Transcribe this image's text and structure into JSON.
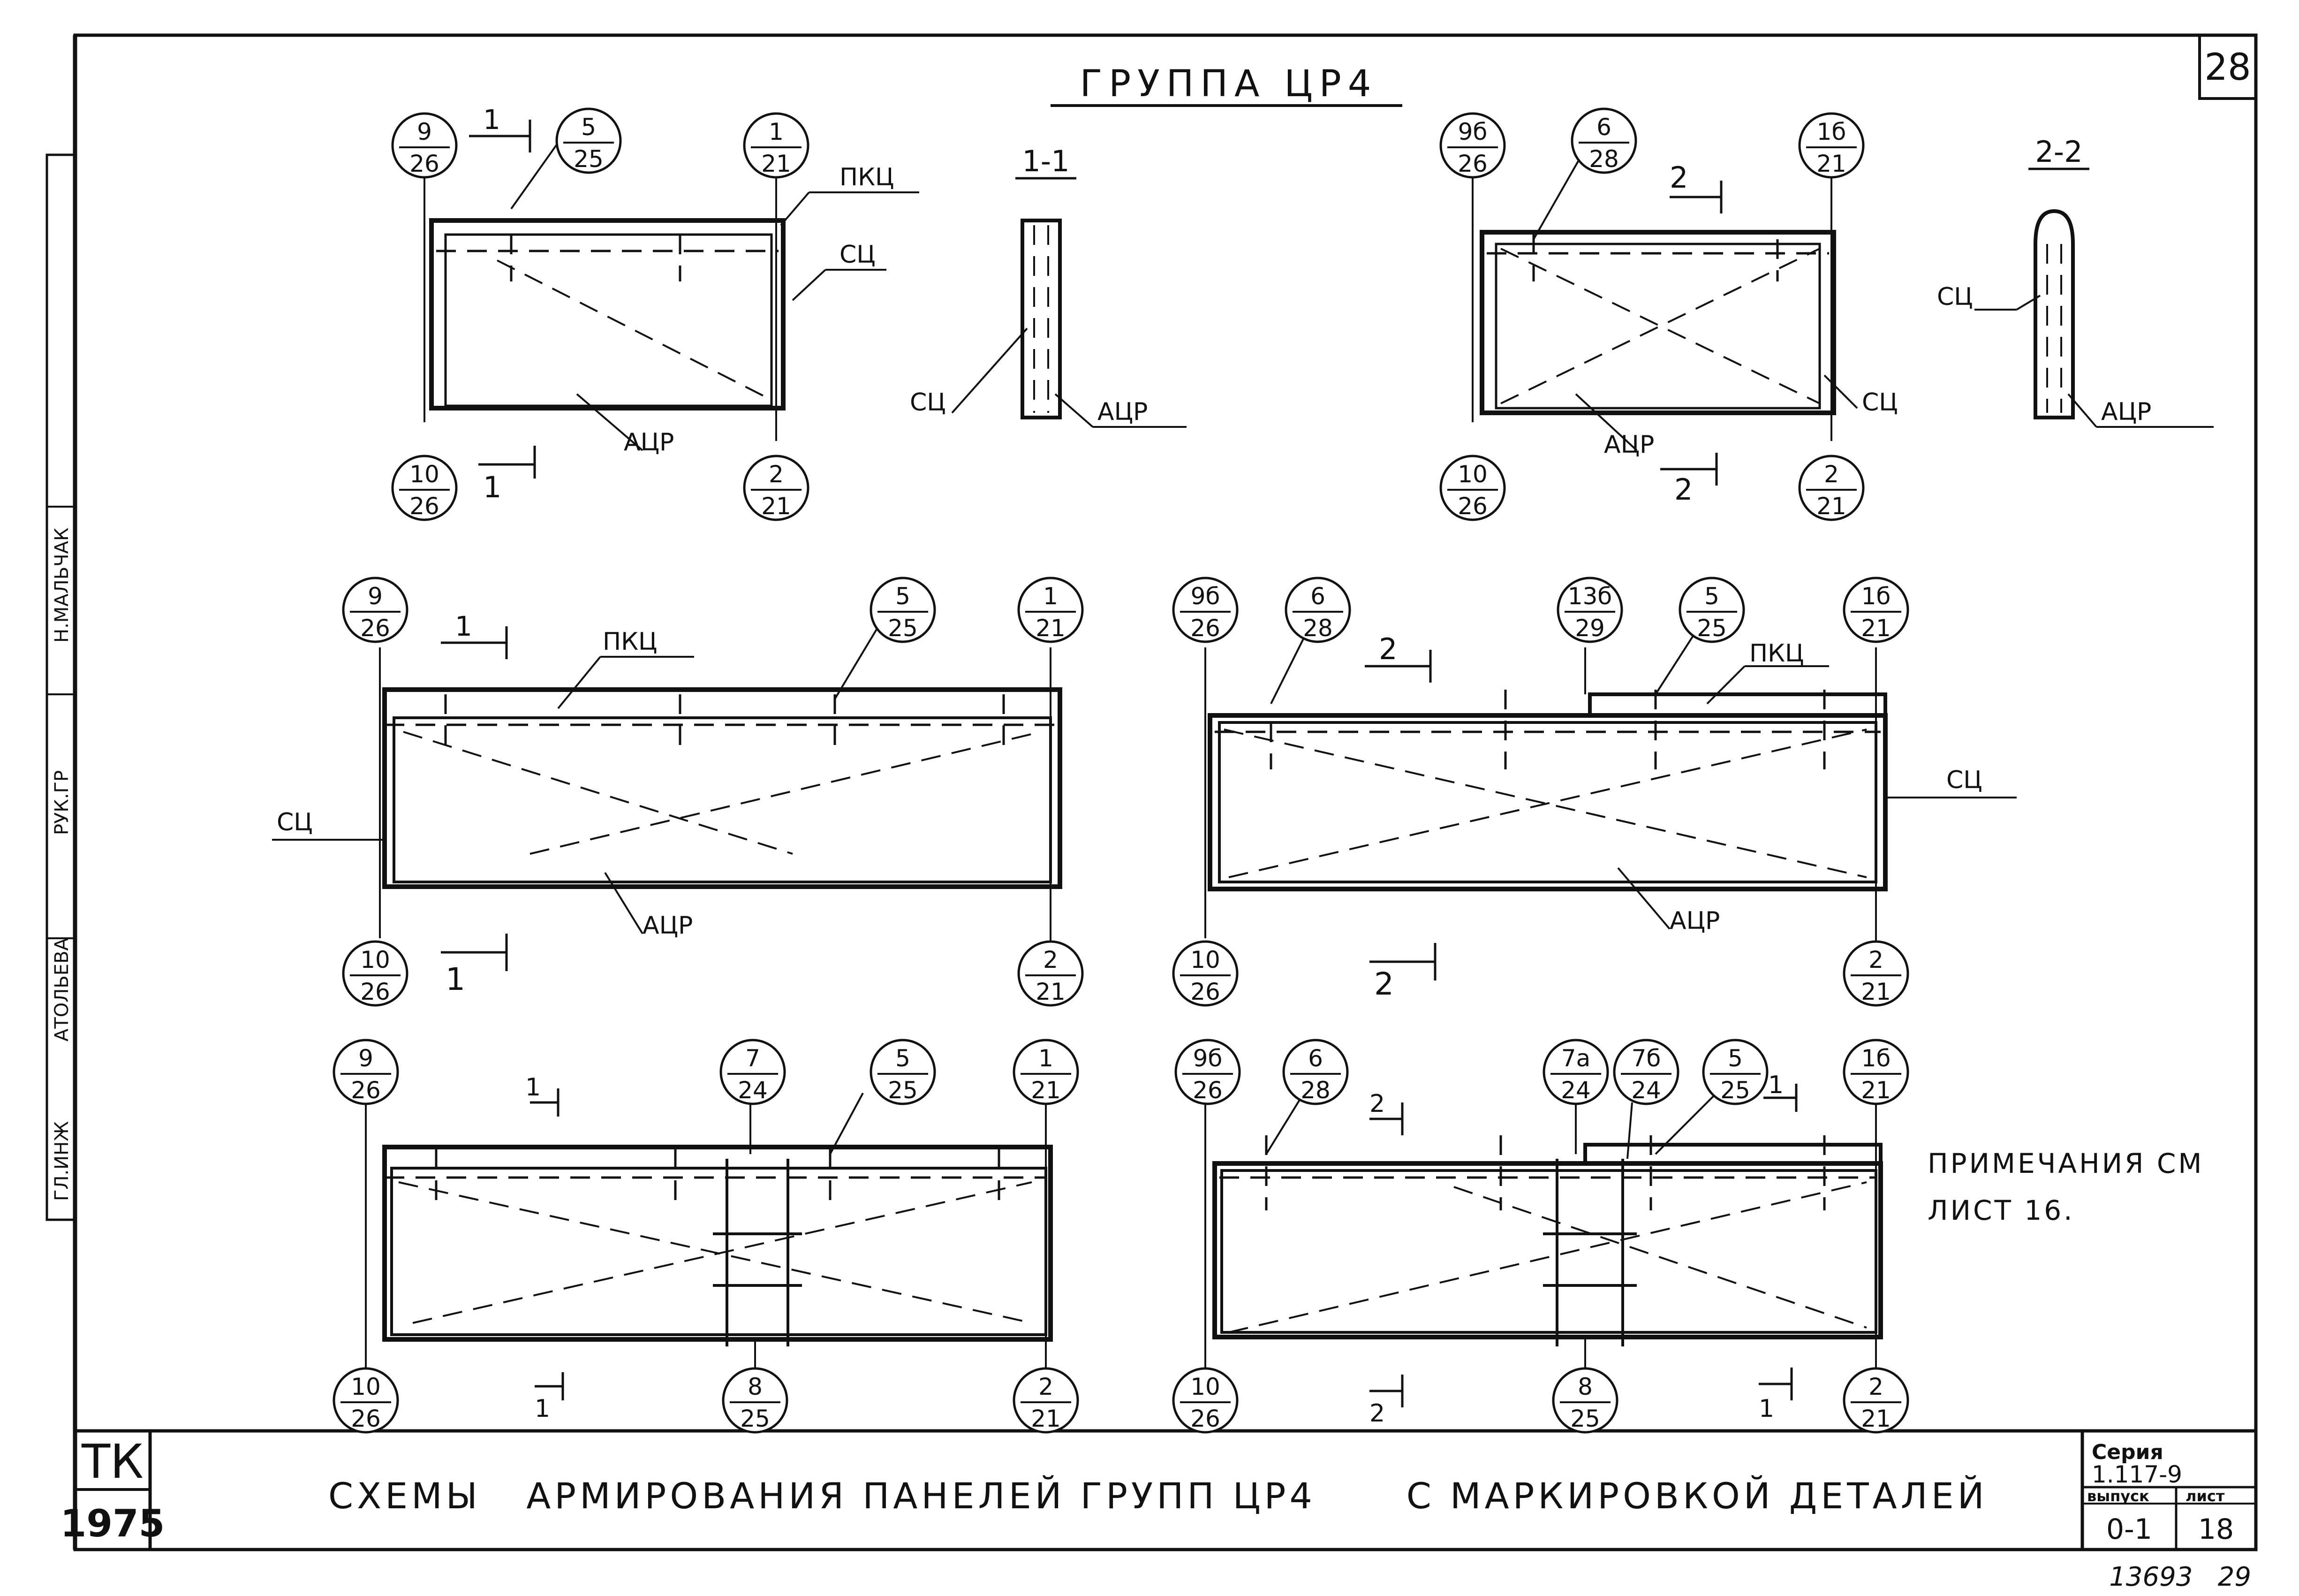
{
  "sheet": {
    "title": "ГРУППА ЦР4",
    "page_number": "28",
    "notes": [
      "ПРИМЕЧАНИЯ СМ",
      "ЛИСТ 16."
    ],
    "stamp_left_top": "ТК",
    "stamp_left_year": "1975",
    "caption": "СХЕМЫ   АРМИРОВАНИЯ ПАНЕЛЕЙ ГРУПП ЦР4      С МАРКИРОВКОЙ ДЕТАЛЕЙ",
    "seria_label": "Серия",
    "seria_value": "1.117-9",
    "vypusk_label": "выпуск",
    "vypusk_value": "0-1",
    "list_label": "лист",
    "list_value": "18",
    "bottom_numbers": "13693   29",
    "side_strip": [
      "Н.МАЛЬЧАК",
      "РУК.ГР",
      "АТОЛЬЕВА",
      "ГЛ.ИНЖ"
    ]
  },
  "labels": {
    "pkc": "ПКЦ",
    "sc": "СЦ",
    "acr": "АЦР",
    "section_1": "1-1",
    "section_2": "2-2",
    "cut_1": "1",
    "cut_2": "2"
  },
  "panels": [
    {
      "id": "p1",
      "callouts": [
        {
          "t": "9",
          "b": "26"
        },
        {
          "t": "5",
          "b": "25"
        },
        {
          "t": "1",
          "b": "21"
        },
        {
          "t": "10",
          "b": "26"
        },
        {
          "t": "2",
          "b": "21"
        }
      ]
    },
    {
      "id": "p2",
      "callouts": [
        {
          "t": "9б",
          "b": "26"
        },
        {
          "t": "6",
          "b": "28"
        },
        {
          "t": "1б",
          "b": "21"
        },
        {
          "t": "10",
          "b": "26"
        },
        {
          "t": "2",
          "b": "21"
        }
      ]
    },
    {
      "id": "p3",
      "callouts": [
        {
          "t": "9",
          "b": "26"
        },
        {
          "t": "5",
          "b": "25"
        },
        {
          "t": "1",
          "b": "21"
        },
        {
          "t": "10",
          "b": "26"
        },
        {
          "t": "2",
          "b": "21"
        }
      ]
    },
    {
      "id": "p4",
      "callouts": [
        {
          "t": "9б",
          "b": "26"
        },
        {
          "t": "6",
          "b": "28"
        },
        {
          "t": "13б",
          "b": "29"
        },
        {
          "t": "5",
          "b": "25"
        },
        {
          "t": "1б",
          "b": "21"
        },
        {
          "t": "10",
          "b": "26"
        },
        {
          "t": "2",
          "b": "21"
        }
      ]
    },
    {
      "id": "p5",
      "callouts": [
        {
          "t": "9",
          "b": "26"
        },
        {
          "t": "7",
          "b": "24"
        },
        {
          "t": "5",
          "b": "25"
        },
        {
          "t": "1",
          "b": "21"
        },
        {
          "t": "10",
          "b": "26"
        },
        {
          "t": "8",
          "b": "25"
        },
        {
          "t": "2",
          "b": "21"
        }
      ]
    },
    {
      "id": "p6",
      "callouts": [
        {
          "t": "9б",
          "b": "26"
        },
        {
          "t": "6",
          "b": "28"
        },
        {
          "t": "7а",
          "b": "24"
        },
        {
          "t": "7б",
          "b": "24"
        },
        {
          "t": "5",
          "b": "25"
        },
        {
          "t": "1б",
          "b": "21"
        },
        {
          "t": "10",
          "b": "26"
        },
        {
          "t": "8",
          "b": "25"
        },
        {
          "t": "2",
          "b": "21"
        }
      ]
    }
  ]
}
